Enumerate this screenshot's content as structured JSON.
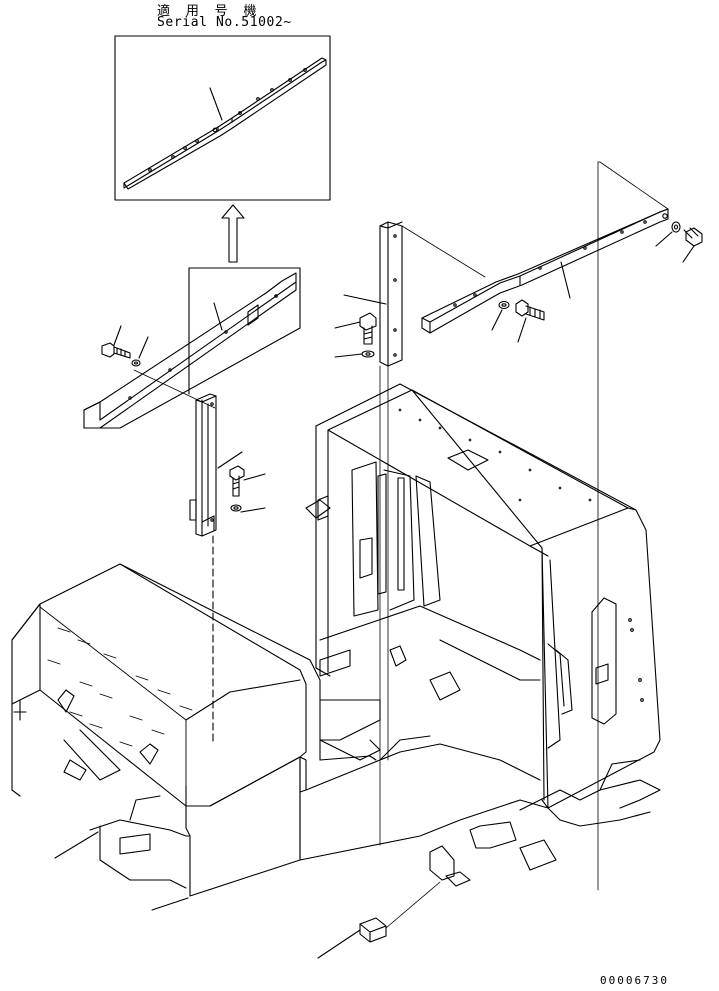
{
  "inset": {
    "applicable_label": "適 用 号 機",
    "serial_label": "Serial No.51002~"
  },
  "drawing_number": "00006730",
  "colors": {
    "line": "#000000",
    "background": "#ffffff"
  }
}
